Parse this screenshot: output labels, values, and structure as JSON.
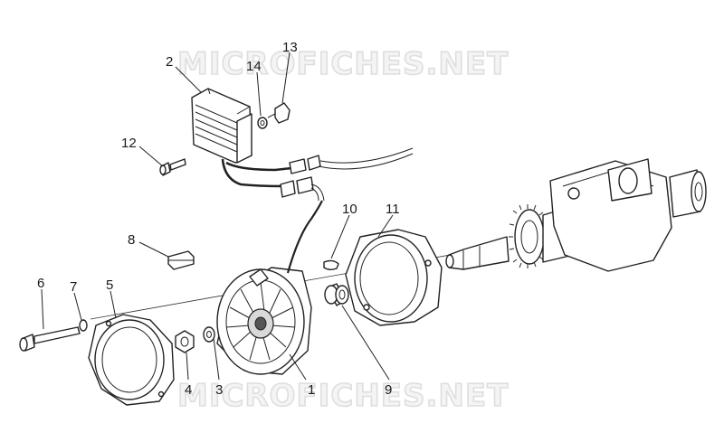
{
  "watermark": {
    "text": "MICROFICHES.NET",
    "color": "#dcdcdc"
  },
  "colors": {
    "line": "#222222",
    "background": "#ffffff"
  },
  "callouts": [
    {
      "id": "1",
      "label": "1",
      "part": "stator-rotor"
    },
    {
      "id": "2",
      "label": "2",
      "part": "voltage-regulator"
    },
    {
      "id": "3",
      "label": "3",
      "part": "washer"
    },
    {
      "id": "4",
      "label": "4",
      "part": "nut"
    },
    {
      "id": "5",
      "label": "5",
      "part": "alternator-cover"
    },
    {
      "id": "6",
      "label": "6",
      "part": "bolt"
    },
    {
      "id": "7",
      "label": "7",
      "part": "spring-washer"
    },
    {
      "id": "8",
      "label": "8",
      "part": "grommet"
    },
    {
      "id": "9",
      "label": "9",
      "part": "spacer"
    },
    {
      "id": "10",
      "label": "10",
      "part": "key"
    },
    {
      "id": "11",
      "label": "11",
      "part": "stator-support"
    },
    {
      "id": "12",
      "label": "12",
      "part": "screw"
    },
    {
      "id": "13",
      "label": "13",
      "part": "clip"
    },
    {
      "id": "14",
      "label": "14",
      "part": "washer-small"
    }
  ]
}
